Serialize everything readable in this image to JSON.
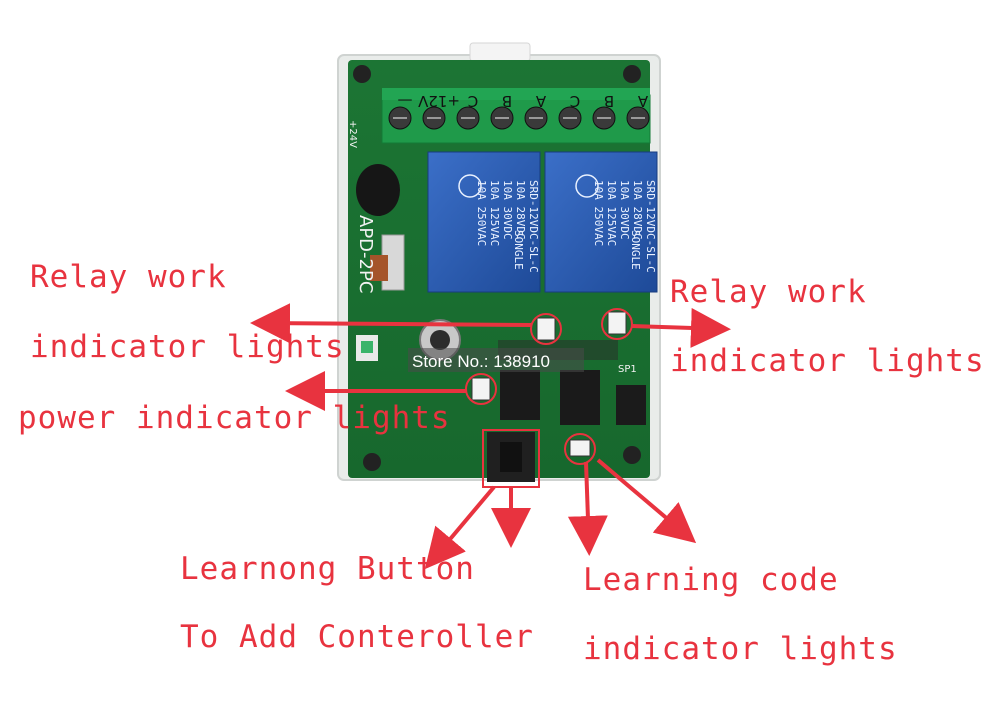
{
  "board": {
    "terminal_labels": [
      "+24V",
      "—",
      "+12V",
      "C",
      "B",
      "A",
      "C",
      "B",
      "A"
    ],
    "relay_1_text": [
      "10A 250VAC",
      "10A 125VAC",
      "10A 30VDC",
      "10A 28VDC",
      "SRD-12VDC-SL-C"
    ],
    "relay_2_text": [
      "10A 250VAC",
      "10A 125VAC",
      "10A 30VDC",
      "10A 28VDC",
      "SRD-12VDC-SL-C"
    ],
    "relay_brand": "SONGLE",
    "model_text": "APD-2PC",
    "jumper_label": "SP1",
    "watermark": "Store No.: 138910"
  },
  "annotations": {
    "relay_left_line1": "Relay work",
    "relay_left_line2": "indicator lights",
    "relay_right_line1": "Relay work",
    "relay_right_line2": "indicator lights",
    "power": "power indicator lights",
    "button_line1": "Learnong Button",
    "button_line2": "To Add Conteroller",
    "learning_line1": "Learning code",
    "learning_line2": "indicator lights"
  },
  "colors": {
    "annotation": "#e8333f",
    "pcb": "#1f7a36",
    "terminal": "#1f9a4a",
    "relay": "#2a5ab0"
  }
}
